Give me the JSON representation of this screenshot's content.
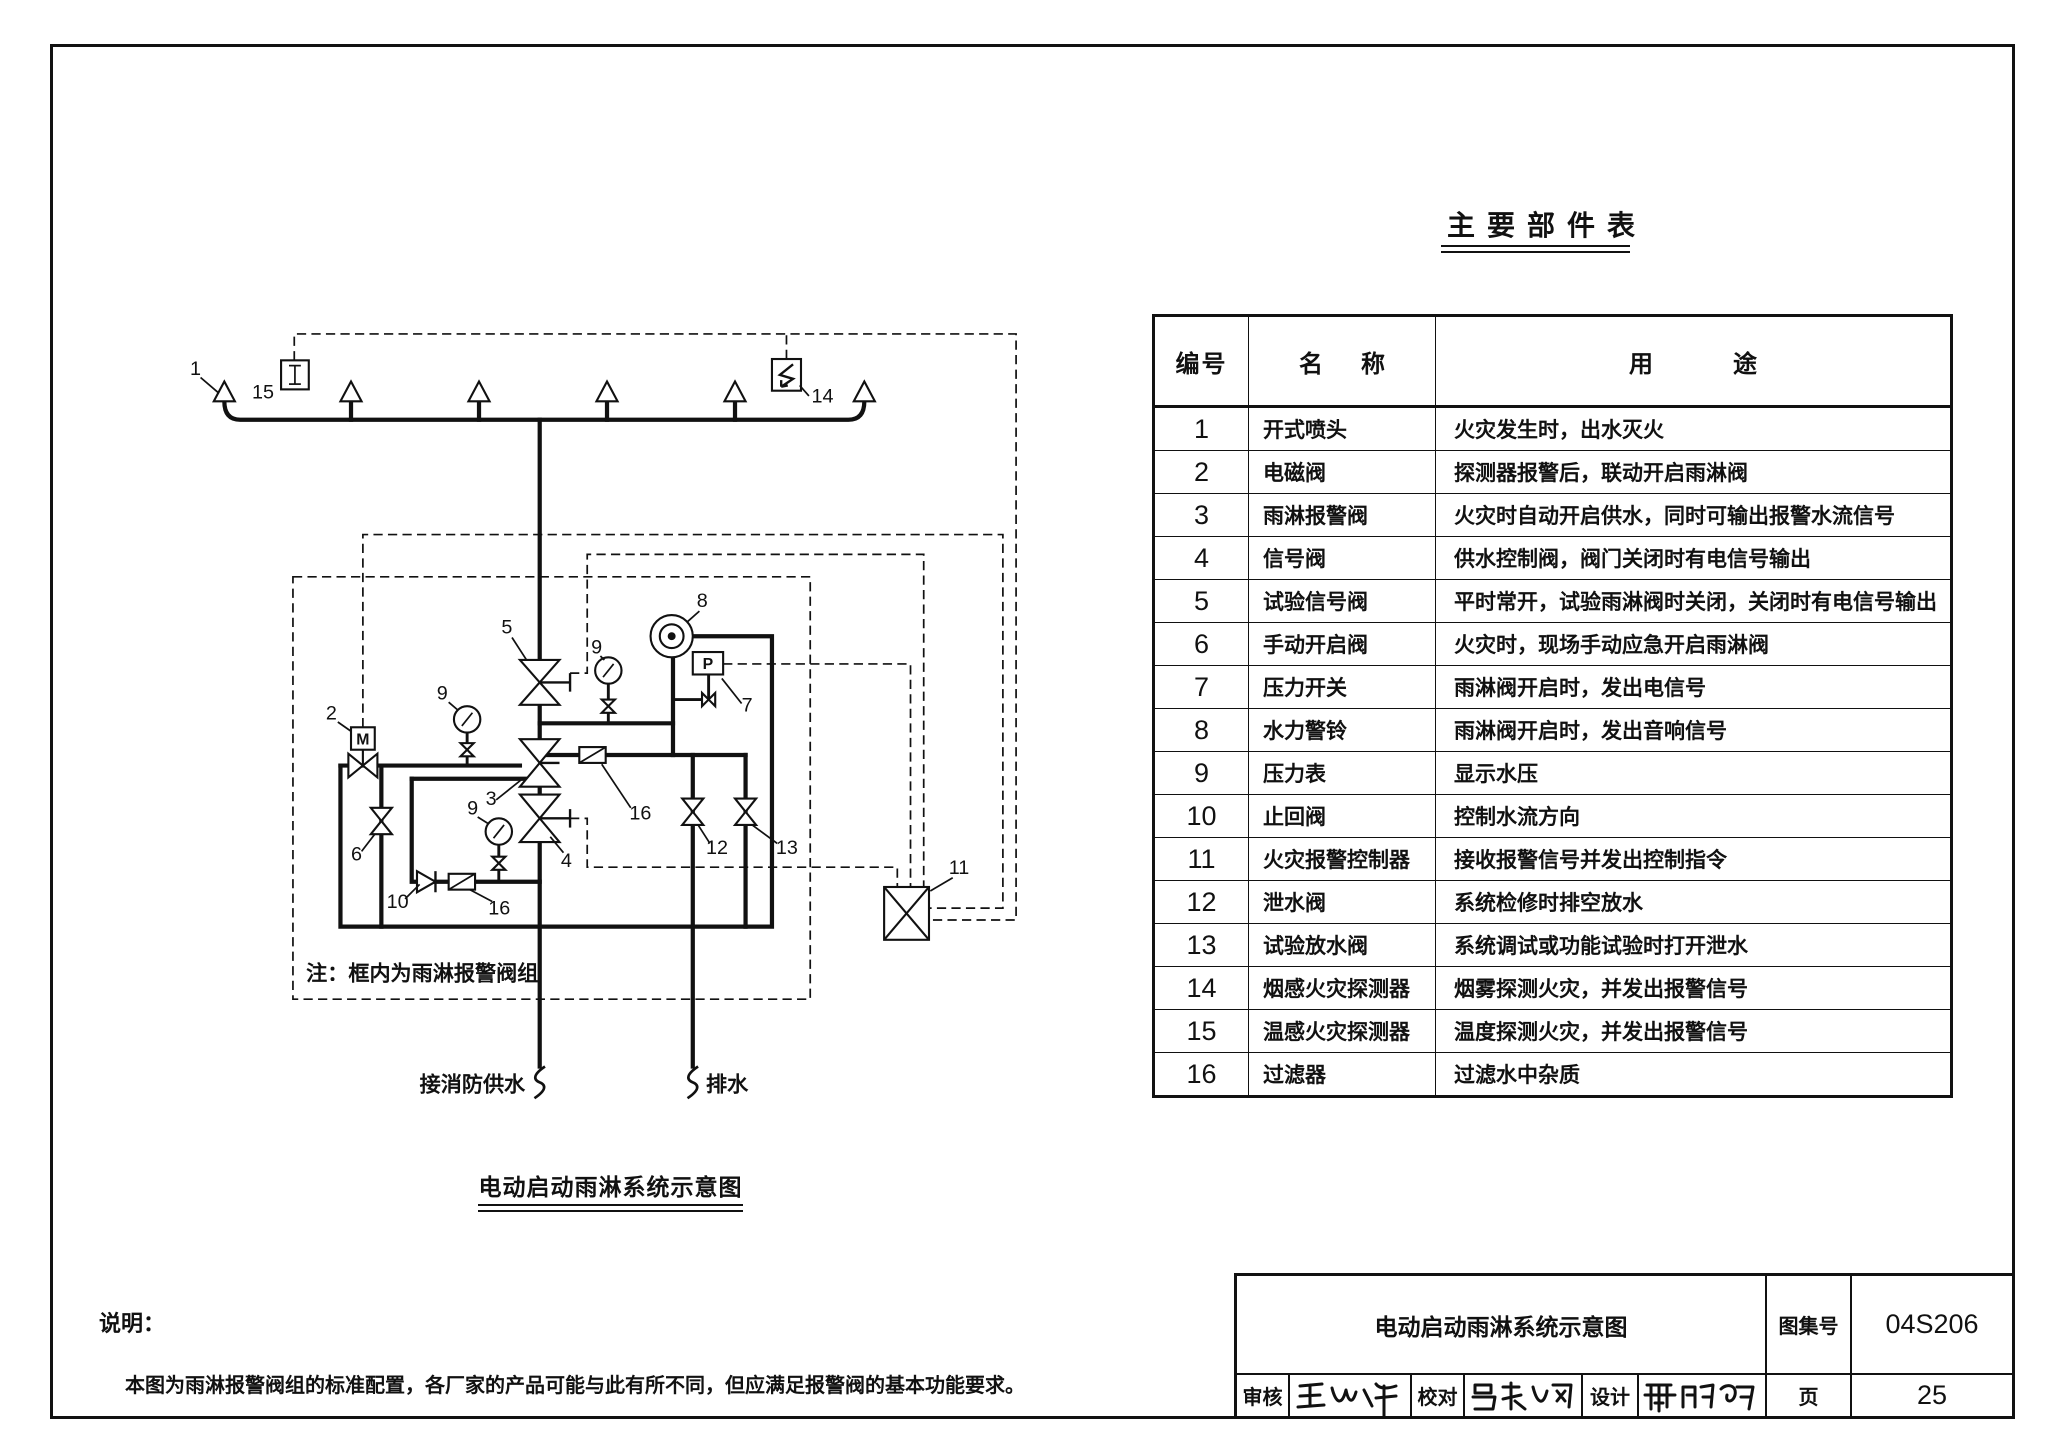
{
  "parts_table": {
    "title": "主要部件表",
    "headers": {
      "no": "编号",
      "name": "名称",
      "use": "用途"
    },
    "rows": [
      {
        "no": "1",
        "name": "开式喷头",
        "use": "火灾发生时，出水灭火"
      },
      {
        "no": "2",
        "name": "电磁阀",
        "use": "探测器报警后，联动开启雨淋阀"
      },
      {
        "no": "3",
        "name": "雨淋报警阀",
        "use": "火灾时自动开启供水，同时可输出报警水流信号"
      },
      {
        "no": "4",
        "name": "信号阀",
        "use": "供水控制阀，阀门关闭时有电信号输出"
      },
      {
        "no": "5",
        "name": "试验信号阀",
        "use": "平时常开，试验雨淋阀时关闭，关闭时有电信号输出"
      },
      {
        "no": "6",
        "name": "手动开启阀",
        "use": "火灾时，现场手动应急开启雨淋阀"
      },
      {
        "no": "7",
        "name": "压力开关",
        "use": "雨淋阀开启时，发出电信号"
      },
      {
        "no": "8",
        "name": "水力警铃",
        "use": "雨淋阀开启时，发出音响信号"
      },
      {
        "no": "9",
        "name": "压力表",
        "use": "显示水压"
      },
      {
        "no": "10",
        "name": "止回阀",
        "use": "控制水流方向"
      },
      {
        "no": "11",
        "name": "火灾报警控制器",
        "use": "接收报警信号并发出控制指令"
      },
      {
        "no": "12",
        "name": "泄水阀",
        "use": "系统检修时排空放水"
      },
      {
        "no": "13",
        "name": "试验放水阀",
        "use": "系统调试或功能试验时打开泄水"
      },
      {
        "no": "14",
        "name": "烟感火灾探测器",
        "use": "烟雾探测火灾，并发出报警信号"
      },
      {
        "no": "15",
        "name": "温感火灾探测器",
        "use": "温度探测火灾，并发出报警信号"
      },
      {
        "no": "16",
        "name": "过滤器",
        "use": "过滤水中杂质"
      }
    ]
  },
  "diagram": {
    "caption": "电动启动雨淋系统示意图",
    "note": "注：框内为雨淋报警阀组",
    "supply_label": "接消防供水",
    "drain_label": "排水",
    "solenoid_mark": "M",
    "pressure_switch_mark": "P",
    "callouts": {
      "sprinkler": "1",
      "temp_detector": "15",
      "smoke_detector": "14",
      "test_signal_valve": "5",
      "gauge_top": "9",
      "water_gong": "8",
      "solenoid_valve": "2",
      "gauge_left": "9",
      "pressure_switch": "7",
      "deluge_valve": "3",
      "strainer_right": "16",
      "gauge_bottom": "9",
      "manual_valve": "6",
      "drain_valve": "12",
      "test_drain_valve": "13",
      "signal_valve": "4",
      "check_valve": "10",
      "strainer_bottom": "16",
      "controller": "11"
    }
  },
  "notes": {
    "heading": "说明：",
    "text": "本图为雨淋报警阀组的标准配置，各厂家的产品可能与此有所不同，但应满足报警阀的基本功能要求。"
  },
  "title_block": {
    "drawing_title": "电动启动雨淋系统示意图",
    "atlas_label": "图集号",
    "atlas_no": "04S206",
    "review_label": "审核",
    "check_label": "校对",
    "design_label": "设计",
    "page_label": "页",
    "page_no": "25"
  }
}
